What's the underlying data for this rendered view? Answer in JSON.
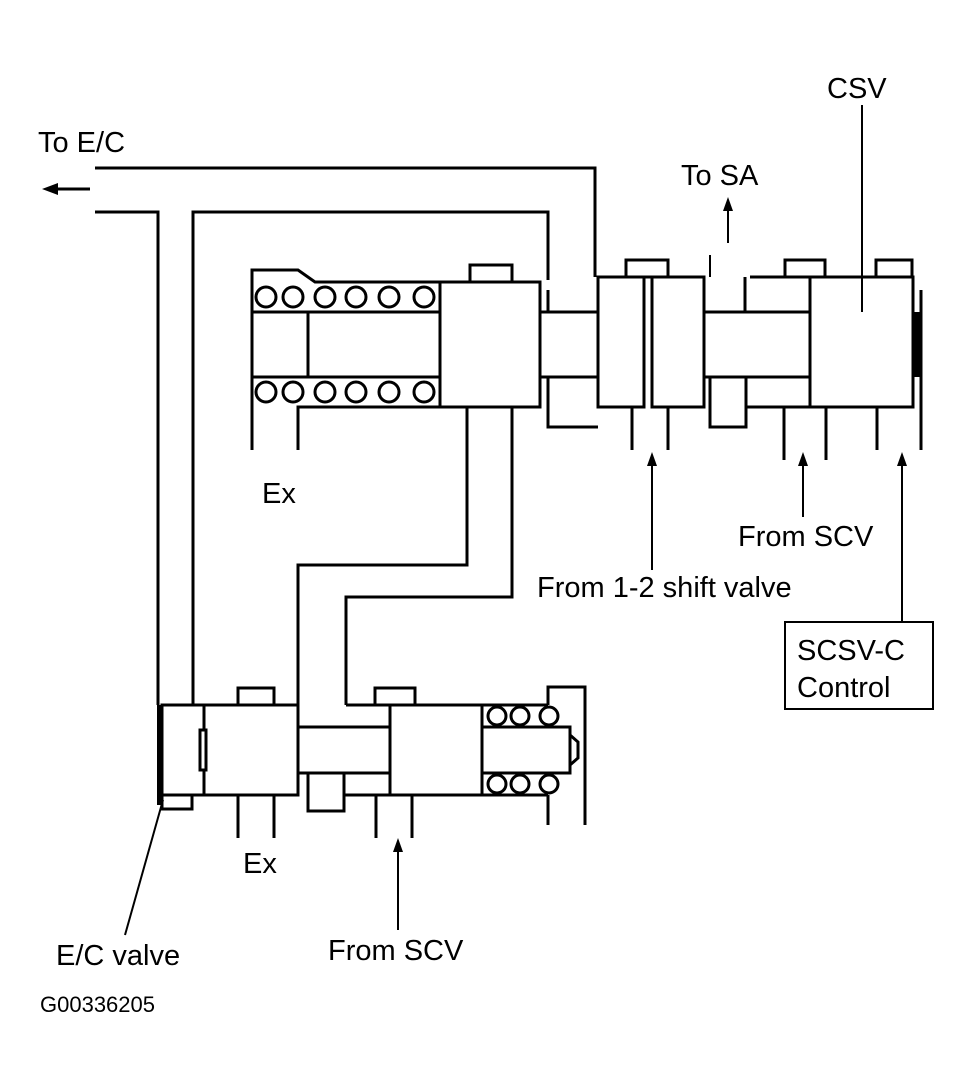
{
  "labels": {
    "to_ec": "To E/C",
    "to_sa": "To SA",
    "csv": "CSV",
    "ex_upper": "Ex",
    "ex_lower": "Ex",
    "from_12_shift": "From 1-2 shift valve",
    "from_scv_upper": "From SCV",
    "from_scv_lower": "From SCV",
    "scsv_c_line1": "SCSV-C",
    "scsv_c_line2": "Control",
    "ec_valve": "E/C valve",
    "figure_id": "G00336205"
  },
  "colors": {
    "ink": "#000000",
    "paper": "#ffffff"
  }
}
